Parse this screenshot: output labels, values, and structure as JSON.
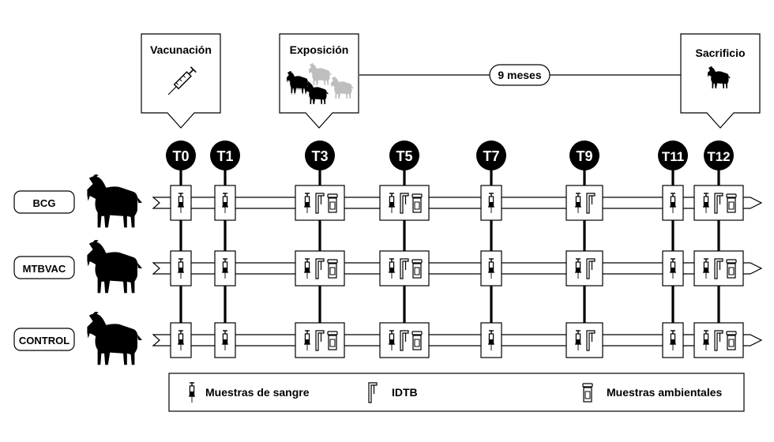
{
  "events": {
    "vaccination": {
      "label": "Vacunación",
      "icon": "syringe-icon"
    },
    "exposure": {
      "label": "Exposición",
      "icon": "goat-herd-icon"
    },
    "sacrifice": {
      "label": "Sacrificio",
      "icon": "goat-icon"
    },
    "duration": "9 meses"
  },
  "timepoints": [
    {
      "label": "T0",
      "samples": [
        "blood"
      ]
    },
    {
      "label": "T1",
      "samples": [
        "blood"
      ]
    },
    {
      "label": "T3",
      "samples": [
        "blood",
        "idtb",
        "environmental"
      ]
    },
    {
      "label": "T5",
      "samples": [
        "blood",
        "idtb",
        "environmental"
      ]
    },
    {
      "label": "T7",
      "samples": [
        "blood"
      ]
    },
    {
      "label": "T9",
      "samples": [
        "blood",
        "idtb"
      ]
    },
    {
      "label": "T11",
      "samples": [
        "blood"
      ]
    },
    {
      "label": "T12",
      "samples": [
        "blood",
        "idtb",
        "environmental"
      ]
    }
  ],
  "groups": [
    {
      "label": "BCG"
    },
    {
      "label": "MTBVAC"
    },
    {
      "label": "CONTROL"
    }
  ],
  "legend": {
    "blood": "Muestras de sangre",
    "idtb": "IDTB",
    "environmental": "Muestras ambientales"
  },
  "colors": {
    "line": "#000000",
    "fill": "#ffffff",
    "marker": "#000000",
    "goat_light": "#ffffff"
  }
}
